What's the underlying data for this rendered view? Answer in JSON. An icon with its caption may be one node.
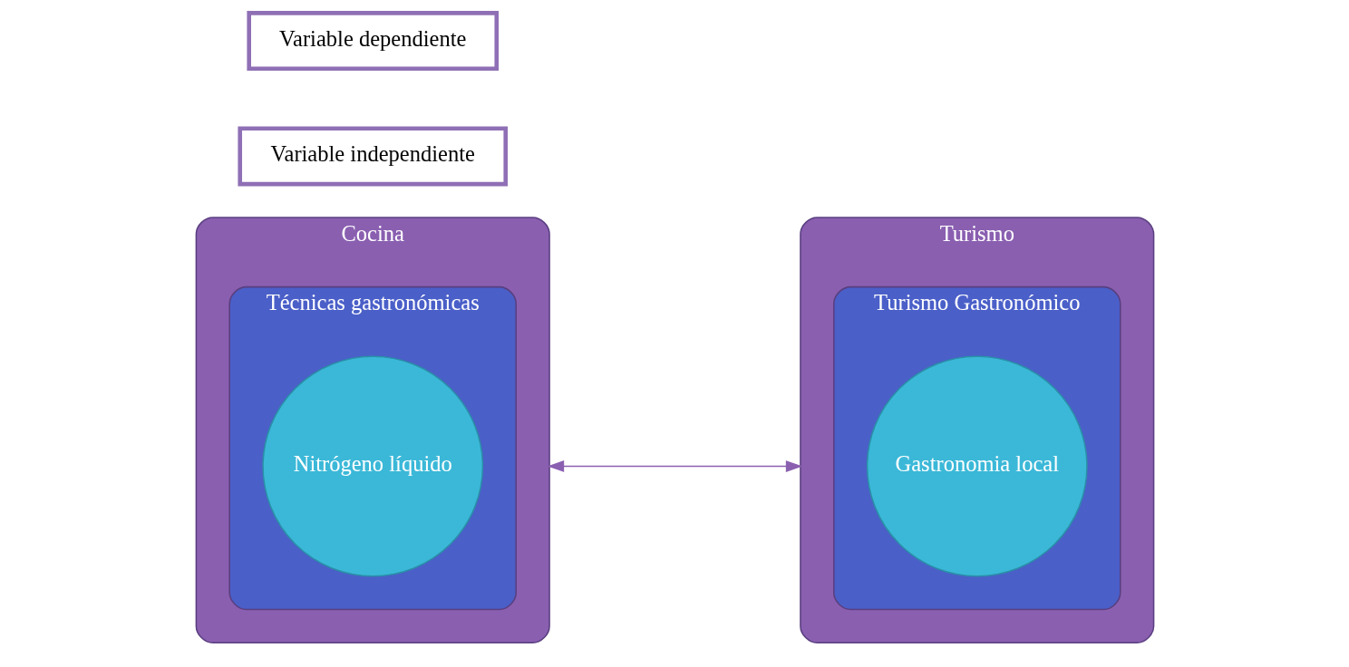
{
  "diagram": {
    "nodes": [
      {
        "text": [
          "Cocina"
        ]
      },
      {
        "text": [
          "Técnicas gastronómicas"
        ],
        "in": 0
      },
      {
        "text": [
          "Nitrógeno líquido"
        ],
        "in": 1
      },
      {
        "text": [
          "Turismo"
        ]
      },
      {
        "text": [
          "Turismo Gastronómico"
        ],
        "in": 3
      },
      {
        "text": [
          "Gastronomia local"
        ],
        "in": 4
      },
      {
        "text": [
          "Variable independiente"
        ]
      },
      {
        "text": [
          "Variable dependiente"
        ]
      }
    ],
    "edges": [
      {
        "from": 0,
        "to": 3,
        "arrow": "both"
      }
    ]
  }
}
